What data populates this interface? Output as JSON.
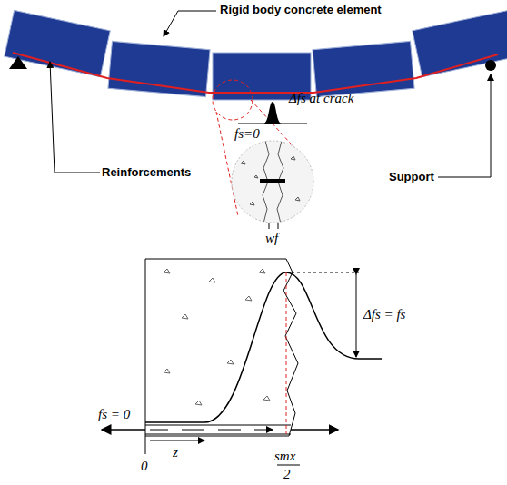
{
  "diagram": {
    "labels": [
      "Rigid body concrete element",
      "Reinforcements",
      "Support",
      "Δfs at crack",
      "fs=0",
      "wf",
      "fs = 0",
      "Δfs = fs",
      "z",
      "0",
      "smx",
      "2"
    ]
  }
}
